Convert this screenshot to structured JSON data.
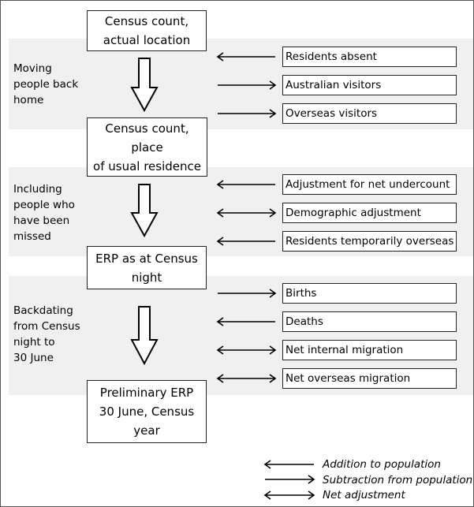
{
  "colors": {
    "band": "#f0f0f0",
    "border": "#222222",
    "arrow": "#000000"
  },
  "stages": [
    {
      "lines": [
        "Census count,",
        "actual location"
      ]
    },
    {
      "lines": [
        "Census count, place",
        "of usual residence"
      ]
    },
    {
      "lines": [
        "ERP as at Census",
        "night"
      ]
    },
    {
      "lines": [
        "Preliminary ERP",
        "30 June, Census",
        "year"
      ]
    }
  ],
  "bands": [
    {
      "label": [
        "Moving",
        "people back",
        "home"
      ]
    },
    {
      "label": [
        "Including",
        "people who",
        "have been",
        "missed"
      ]
    },
    {
      "label": [
        "Backdating",
        "from Census",
        "night to",
        "30 June"
      ]
    }
  ],
  "components": [
    {
      "label": "Residents absent",
      "effect": "addition"
    },
    {
      "label": "Australian visitors",
      "effect": "subtraction"
    },
    {
      "label": "Overseas visitors",
      "effect": "subtraction"
    },
    {
      "label": "Adjustment for net undercount",
      "effect": "addition"
    },
    {
      "label": "Demographic adjustment",
      "effect": "net"
    },
    {
      "label": "Residents temporarily overseas",
      "effect": "addition"
    },
    {
      "label": "Births",
      "effect": "subtraction"
    },
    {
      "label": "Deaths",
      "effect": "addition"
    },
    {
      "label": "Net internal migration",
      "effect": "net"
    },
    {
      "label": "Net overseas migration",
      "effect": "net"
    }
  ],
  "legend": [
    {
      "label": "Addition to population",
      "effect": "addition"
    },
    {
      "label": "Subtraction from population",
      "effect": "subtraction"
    },
    {
      "label": "Net adjustment",
      "effect": "net"
    }
  ]
}
